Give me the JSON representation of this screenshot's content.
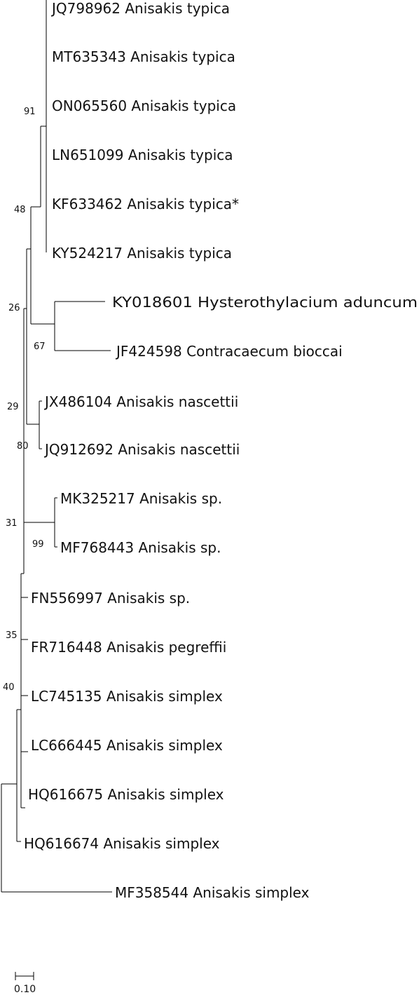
{
  "tree": {
    "taxa": [
      "JQ798962 Anisakis typica",
      "MT635343 Anisakis typica",
      "ON065560 Anisakis typica",
      "LN651099 Anisakis typica",
      "KF633462 Anisakis typica*",
      "KY524217 Anisakis typica",
      "KY018601 Hysterothylacium aduncum",
      "JF424598 Contracaecum bioccai",
      "JX486104 Anisakis nascettii",
      "JQ912692 Anisakis nascettii",
      "MK325217 Anisakis sp.",
      "MF768443 Anisakis sp.",
      "FN556997 Anisakis sp.",
      "FR716448 Anisakis pegreffii",
      "LC745135 Anisakis simplex",
      "LC666445 Anisakis simplex",
      "HQ616675 Anisakis simplex",
      "HQ616674 Anisakis simplex",
      "MF358544 Anisakis simplex"
    ],
    "bootstrap": {
      "typica": "91",
      "typica_plus": "48",
      "outgroup_pair": "67",
      "node26": "26",
      "node29": "29",
      "nascettii": "80",
      "sp_pair": "99",
      "node31": "31",
      "node35": "35",
      "node40": "40"
    },
    "scale_bar": "0.10"
  }
}
